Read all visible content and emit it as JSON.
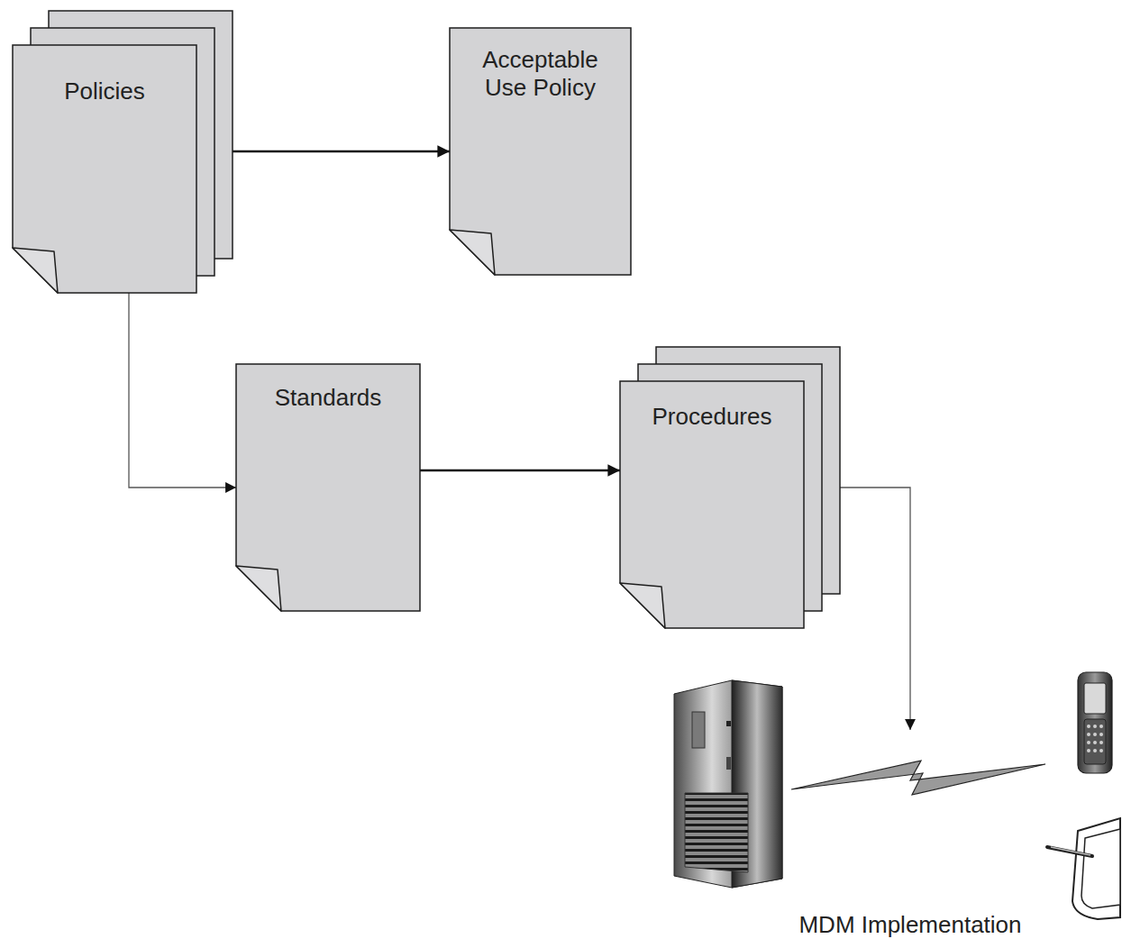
{
  "diagram": {
    "nodes": [
      {
        "text": [
          "Policies"
        ]
      },
      {
        "text": [
          "Acceptable Use Policy"
        ]
      },
      {
        "text": [
          "Standards"
        ]
      },
      {
        "text": [
          "Procedures"
        ]
      },
      {
        "text": [
          "MDM Implementation"
        ]
      }
    ],
    "edges": [
      {
        "from": 0,
        "to": 1,
        "arrow": "to"
      },
      {
        "from": 0,
        "to": 2,
        "arrow": "to"
      },
      {
        "from": 2,
        "to": 3,
        "arrow": "to"
      },
      {
        "from": 3,
        "to": 4,
        "arrow": "to"
      }
    ]
  }
}
